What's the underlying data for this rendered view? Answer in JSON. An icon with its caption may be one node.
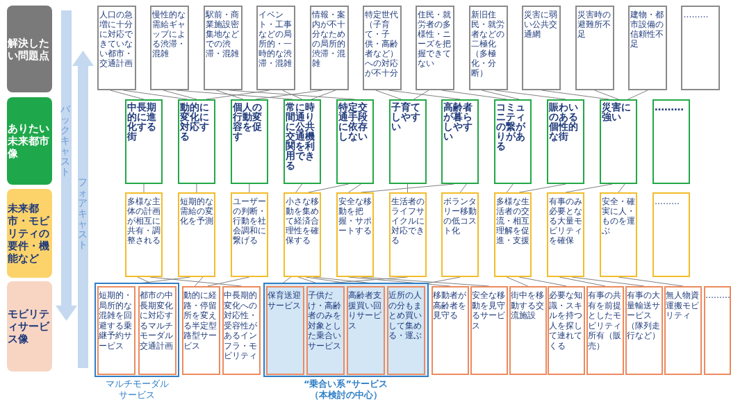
{
  "diagram": {
    "nodes": [
      {
        "text": [
          "解決したい問題点"
        ]
      },
      {
        "text": [
          "ありたい未来都市像"
        ]
      },
      {
        "text": [
          "未来都市・モビリティの要件・機能など"
        ]
      },
      {
        "text": [
          "モビリティサービス像"
        ]
      },
      {
        "text": [
          "人口の急増に十分に対応できていない都市・交通計画"
        ]
      },
      {
        "text": [
          "慢性的な需給ギャップによる渋滞・混雑"
        ]
      },
      {
        "text": [
          "駅前・商業施設密集地などでの渋滞・混雑"
        ]
      },
      {
        "text": [
          "イベント・工事などの局所的・一時的な渋滞・混雑"
        ]
      },
      {
        "text": [
          "情報・案内が不十分なための局所的渋滞・混雑"
        ]
      },
      {
        "text": [
          "特定世代（子育て・子供・高齢者など）への対応が不十分"
        ]
      },
      {
        "text": [
          "住民・就労者の多様性・ニーズを把握できてない"
        ]
      },
      {
        "text": [
          "新旧住民・就労者などの二極化（多極化・分断）"
        ]
      },
      {
        "text": [
          "災害に弱い公共交通網"
        ]
      },
      {
        "text": [
          "災害時の避難所不足"
        ]
      },
      {
        "text": [
          "建物・都市設備の信頼性不足"
        ]
      },
      {
        "text": [
          "………"
        ]
      },
      {
        "text": [
          "中長期的に進化する街"
        ]
      },
      {
        "text": [
          "動的に変化に対応する"
        ]
      },
      {
        "text": [
          "個人の行動変容を促す"
        ]
      },
      {
        "text": [
          "常に時間通りに公共交通機関を利用できる"
        ]
      },
      {
        "text": [
          "特定交通手段に依存しない"
        ]
      },
      {
        "text": [
          "子育てしやすい"
        ]
      },
      {
        "text": [
          "高齢者が暮らしやすい"
        ]
      },
      {
        "text": [
          "コミュニティの繋がりがある"
        ]
      },
      {
        "text": [
          "賑わいのある個性的な街"
        ]
      },
      {
        "text": [
          "災害に強い"
        ]
      },
      {
        "text": [
          "………"
        ]
      },
      {
        "text": [
          "多様な主体の計画が相互に共有・調整される"
        ]
      },
      {
        "text": [
          "短期的な需給の変化を予測"
        ]
      },
      {
        "text": [
          "ユーザーの判断・行動を社会調和に繋げる"
        ]
      },
      {
        "text": [
          "小さな移動を集めて経済合理性を確保する"
        ]
      },
      {
        "text": [
          "安全な移動を把握・サポートする"
        ]
      },
      {
        "text": [
          "生活者のライフサイクルに対応できる"
        ]
      },
      {
        "text": [
          "ボランタリー移動の低コスト化"
        ]
      },
      {
        "text": [
          "多様な生活者の交流・相互理解を促進・支援"
        ]
      },
      {
        "text": [
          "有事のみ必要となる大量モビリティを確保"
        ]
      },
      {
        "text": [
          "安全・確実に人・ものを運ぶ"
        ]
      },
      {
        "text": [
          "………"
        ]
      },
      {
        "text": [
          "マルチモーダルサービス"
        ]
      },
      {
        "text": [
          "短期的・局所的な混雑を回避する乗継予約サービス"
        ],
        "in": 38
      },
      {
        "text": [
          "都市の中長期変化に対応するマルチモーダル交通計画"
        ],
        "in": 38
      },
      {
        "text": [
          "動的に経路・停留所を変える半定型路型サービス"
        ]
      },
      {
        "text": [
          "中長期的変化への対応性・受容性があるインフラ・モビリティ"
        ]
      },
      {
        "text": [
          "“乗合い系”サービス（本検討の中心）"
        ]
      },
      {
        "text": [
          "保育送迎サービス"
        ],
        "in": 43
      },
      {
        "text": [
          "子供だけ・高齢者のみを対象とした乗合いサービス"
        ],
        "in": 43
      },
      {
        "text": [
          "高齢者支援買い回りサービス"
        ],
        "in": 43
      },
      {
        "text": [
          "近所の人の分もまとめ買いして集める・運ぶ"
        ],
        "in": 43
      },
      {
        "text": [
          "移動者が高齢者を見守る"
        ]
      },
      {
        "text": [
          "安全な移動を見守るサービス"
        ]
      },
      {
        "text": [
          "街中を移動する交流施設"
        ]
      },
      {
        "text": [
          "必要な知識・スキルを持つ人を探して連れてくる"
        ]
      },
      {
        "text": [
          "有事の共有を前提としたモビリティ所有（販売）"
        ]
      },
      {
        "text": [
          "有事の大量輸送サービス（隊列走行など）"
        ]
      },
      {
        "text": [
          "無人物資運搬モビリティ"
        ]
      },
      {
        "text": [
          "………"
        ]
      }
    ],
    "edges": [
      {
        "from": 4,
        "to": 16,
        "arrow": "none"
      },
      {
        "from": 4,
        "to": 17,
        "arrow": "none"
      },
      {
        "from": 5,
        "to": 17,
        "arrow": "none"
      },
      {
        "from": 5,
        "to": 19,
        "arrow": "none"
      },
      {
        "from": 6,
        "to": 18,
        "arrow": "none"
      },
      {
        "from": 6,
        "to": 20,
        "arrow": "none"
      },
      {
        "from": 7,
        "to": 17,
        "arrow": "none"
      },
      {
        "from": 7,
        "to": 19,
        "arrow": "none"
      },
      {
        "from": 8,
        "to": 19,
        "arrow": "none"
      },
      {
        "from": 8,
        "to": 18,
        "arrow": "none"
      },
      {
        "from": 9,
        "to": 21,
        "arrow": "none"
      },
      {
        "from": 9,
        "to": 22,
        "arrow": "none"
      },
      {
        "from": 10,
        "to": 21,
        "arrow": "none"
      },
      {
        "from": 10,
        "to": 23,
        "arrow": "none"
      },
      {
        "from": 11,
        "to": 23,
        "arrow": "none"
      },
      {
        "from": 11,
        "to": 24,
        "arrow": "none"
      },
      {
        "from": 12,
        "to": 25,
        "arrow": "none"
      },
      {
        "from": 13,
        "to": 25,
        "arrow": "none"
      },
      {
        "from": 14,
        "to": 25,
        "arrow": "none"
      },
      {
        "from": 16,
        "to": 27,
        "arrow": "none"
      },
      {
        "from": 17,
        "to": 28,
        "arrow": "none"
      },
      {
        "from": 18,
        "to": 29,
        "arrow": "none"
      },
      {
        "from": 19,
        "to": 30,
        "arrow": "none"
      },
      {
        "from": 20,
        "to": 31,
        "arrow": "none"
      },
      {
        "from": 21,
        "to": 32,
        "arrow": "none"
      },
      {
        "from": 22,
        "to": 33,
        "arrow": "none"
      },
      {
        "from": 23,
        "to": 34,
        "arrow": "none"
      },
      {
        "from": 24,
        "to": 34,
        "arrow": "none"
      },
      {
        "from": 25,
        "to": 35,
        "arrow": "none"
      },
      {
        "from": 25,
        "to": 36,
        "arrow": "none"
      },
      {
        "from": 20,
        "to": 30,
        "arrow": "none"
      },
      {
        "from": 22,
        "to": 31,
        "arrow": "none"
      },
      {
        "from": 27,
        "to": 40,
        "arrow": "none"
      },
      {
        "from": 28,
        "to": 39,
        "arrow": "none"
      },
      {
        "from": 28,
        "to": 41,
        "arrow": "none"
      },
      {
        "from": 29,
        "to": 41,
        "arrow": "none"
      },
      {
        "from": 27,
        "to": 42,
        "arrow": "none"
      },
      {
        "from": 30,
        "to": 44,
        "arrow": "none"
      },
      {
        "from": 30,
        "to": 45,
        "arrow": "none"
      },
      {
        "from": 30,
        "to": 46,
        "arrow": "none"
      },
      {
        "from": 30,
        "to": 47,
        "arrow": "none"
      },
      {
        "from": 31,
        "to": 48,
        "arrow": "none"
      },
      {
        "from": 31,
        "to": 49,
        "arrow": "none"
      },
      {
        "from": 32,
        "to": 44,
        "arrow": "none"
      },
      {
        "from": 33,
        "to": 47,
        "arrow": "none"
      },
      {
        "from": 34,
        "to": 50,
        "arrow": "none"
      },
      {
        "from": 34,
        "to": 51,
        "arrow": "none"
      },
      {
        "from": 35,
        "to": 52,
        "arrow": "none"
      },
      {
        "from": 35,
        "to": 53,
        "arrow": "none"
      },
      {
        "from": 36,
        "to": 54,
        "arrow": "none"
      }
    ],
    "labels": [
      "バックキャスト",
      "フォアキャスト"
    ]
  }
}
